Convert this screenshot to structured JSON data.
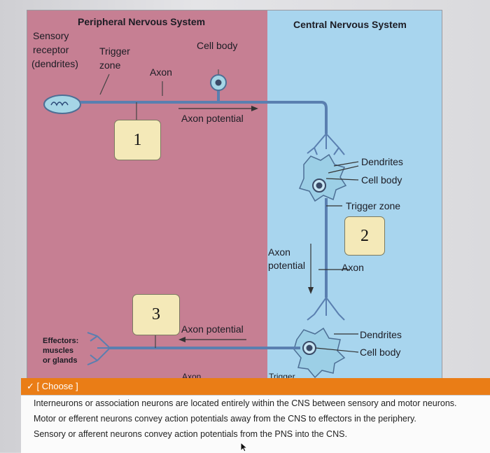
{
  "diagram": {
    "pns_title": "Peripheral Nervous System",
    "cns_title": "Central Nervous System",
    "labels": {
      "sensory_receptor": [
        "Sensory",
        "receptor",
        "(dendrites)"
      ],
      "trigger_zone": [
        "Trigger",
        "zone"
      ],
      "axon_top": "Axon",
      "cell_body_top": "Cell body",
      "axon_potential_top": "Axon potential",
      "dendrites_upper": "Dendrites",
      "cell_body_upper": "Cell body",
      "trigger_zone_cns": "Trigger zone",
      "axon_potential_cns": [
        "Axon",
        "potential"
      ],
      "axon_cns": "Axon",
      "dendrites_lower": "Dendrites",
      "cell_body_lower": "Cell body",
      "effectors": [
        "Effectors:",
        "muscles",
        "or glands"
      ],
      "axon_potential_bottom": "Axon potential",
      "axon_bottom": "Axon",
      "trigger_bottom": "Trigger"
    },
    "boxes": [
      "1",
      "2",
      "3"
    ],
    "colors": {
      "pns": "#c67f93",
      "cns": "#a8d5ee",
      "neuron": "#5a7fb0",
      "box": "#f4e9b8"
    }
  },
  "dropdown": {
    "label": "✓ [ Choose ]",
    "color": "#ea7d16",
    "options": [
      "Interneurons or association neurons are located entirely within the CNS between sensory and motor neurons.",
      "Motor or efferent neurons convey action potentials away from the CNS to effectors in the periphery.",
      "Sensory or afferent neurons convey action potentials from the PNS into the CNS."
    ]
  }
}
